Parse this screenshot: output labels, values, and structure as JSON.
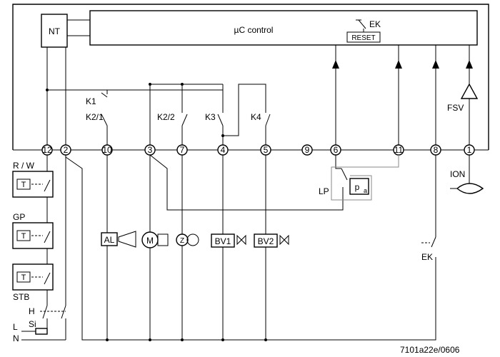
{
  "title_box": {
    "label": "µC control",
    "nt": "NT",
    "ek": "EK",
    "reset": "RESET"
  },
  "contacts": {
    "k1": "K1",
    "k21": "K2/1",
    "k22": "K2/2",
    "k3": "K3",
    "k4": "K4"
  },
  "terminals": [
    "12",
    "2",
    "10",
    "3",
    "7",
    "4",
    "5",
    "9",
    "6",
    "11",
    "8",
    "1"
  ],
  "left_devices": {
    "rw": "R / W",
    "gp": "GP",
    "stb": "STB",
    "h": "H",
    "si": "Si",
    "l": "L",
    "n": "N"
  },
  "load_devices": {
    "al": "AL",
    "m": "M",
    "bv1": "BV1",
    "bv2": "BV2"
  },
  "right_devices": {
    "fsv": "FSV",
    "ion": "ION",
    "lp": "LP",
    "pa": "p",
    "pa_sub": "a",
    "ek2": "EK"
  },
  "footer": {
    "doc_id": "7101a22e/0606"
  }
}
